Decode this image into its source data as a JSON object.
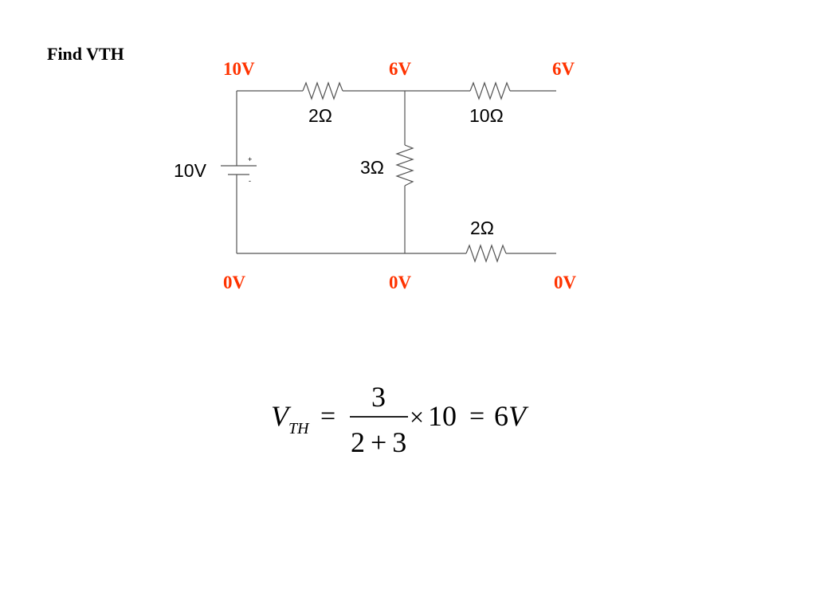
{
  "title": "Find VTH",
  "node_labels": {
    "top_left": "10V",
    "top_middle": "6V",
    "top_right": "6V",
    "bottom_left": "0V",
    "bottom_middle": "0V",
    "bottom_right": "0V"
  },
  "components": {
    "source": {
      "label": "10V",
      "plus": "+",
      "minus": "-"
    },
    "r_top_left": {
      "label": "2Ω"
    },
    "r_top_right": {
      "label": "10Ω"
    },
    "r_middle": {
      "label": "3Ω"
    },
    "r_bottom_right": {
      "label": "2Ω"
    }
  },
  "formula": {
    "lhs_symbol": "V",
    "lhs_subscript": "TH",
    "equals_1": "=",
    "numerator": "3",
    "denominator": "2 + 3",
    "times": "×",
    "factor": "10",
    "equals_2": "=",
    "result_number": "6",
    "result_unit": "V"
  },
  "colors": {
    "node_label": "#ff3300",
    "wire": "#555555",
    "text": "#000000"
  }
}
